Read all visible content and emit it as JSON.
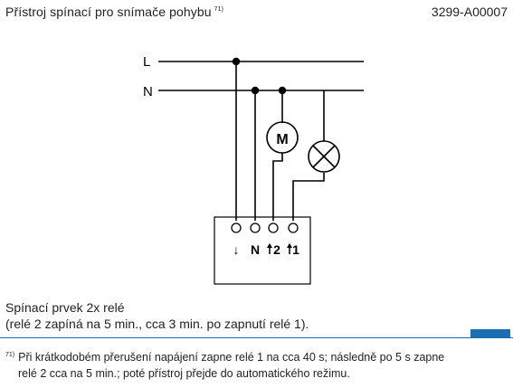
{
  "header": {
    "title": "Přístroj spínací pro snímače pohybu",
    "footnote_ref": "71)",
    "code": "3299-A00007"
  },
  "diagram": {
    "line_label_L": "L",
    "line_label_N": "N",
    "motor_symbol": "M",
    "lamp_symbol": "lamp-cross-icon",
    "terminals": {
      "t1": "↓",
      "t2": "N",
      "t3": "2",
      "t4": "1"
    }
  },
  "caption": {
    "line1": "Spínací prvek 2x relé",
    "line2": "(relé 2 zapíná na 5 min., cca 3 min. po zapnutí relé 1)."
  },
  "note": {
    "ref": "71)",
    "line1": "Při krátkodobém přerušení napájení zapne relé 1 na cca 40 s; následně po 5 s zapne",
    "line2": "relé 2 cca na 5 min.; poté přístroj přejde do automatického režimu."
  },
  "colors": {
    "accent": "#1a6fb3",
    "line": "#000000"
  }
}
